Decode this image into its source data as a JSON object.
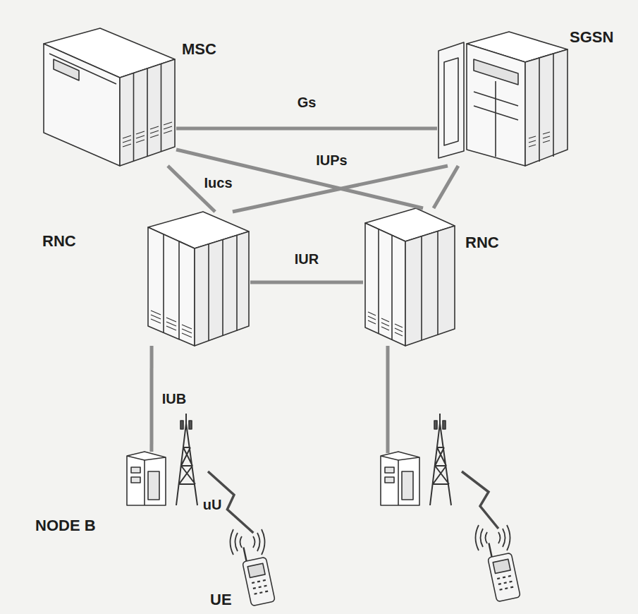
{
  "diagram": {
    "nodes": [
      {
        "text": [
          "MSC"
        ]
      },
      {
        "text": [
          "SGSN"
        ]
      },
      {
        "text": [
          "RNC"
        ]
      },
      {
        "text": [
          "RNC"
        ]
      },
      {
        "text": [
          "NODE B"
        ]
      },
      {
        "text": [
          "UE"
        ]
      }
    ],
    "edges": [
      {
        "from": 0,
        "to": 1,
        "arrow": "none",
        "label": "Gs"
      },
      {
        "from": 0,
        "to": 2,
        "arrow": "none",
        "label": "Iucs"
      },
      {
        "from": 0,
        "to": 3,
        "arrow": "none"
      },
      {
        "from": 1,
        "to": 2,
        "arrow": "none",
        "label": "IUPs"
      },
      {
        "from": 1,
        "to": 3,
        "arrow": "none"
      },
      {
        "from": 2,
        "to": 3,
        "arrow": "none",
        "label": "IUR"
      },
      {
        "from": 2,
        "to": 4,
        "arrow": "none",
        "label": "IUB"
      },
      {
        "from": 4,
        "to": 5,
        "arrow": "none",
        "label": "uU"
      }
    ]
  }
}
